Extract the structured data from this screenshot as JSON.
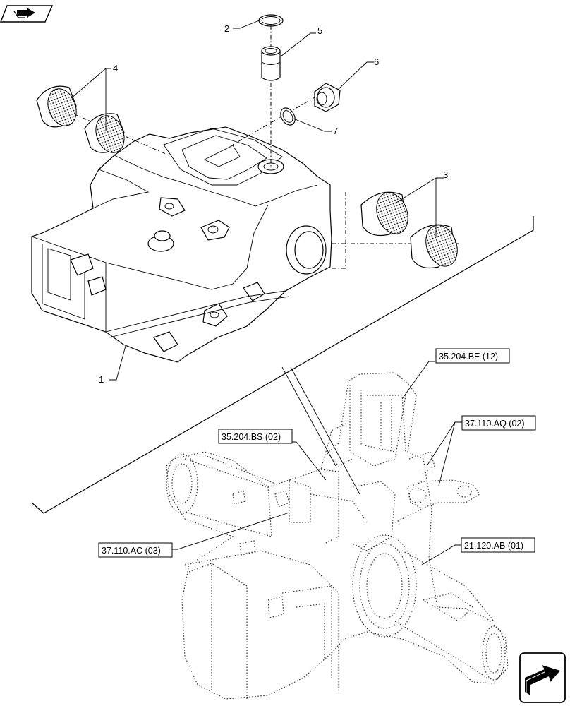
{
  "part_labels": [
    "1",
    "2",
    "3",
    "4",
    "5",
    "6",
    "7"
  ],
  "references": [
    "35.204.BE (12)",
    "37.110.AQ (02)",
    "35.204.BS (02)",
    "37.110.AC (03)",
    "21.120.AB (01)"
  ],
  "icons": {
    "top_left": "book-arrow-icon",
    "bottom_right": "next-page-arrow-icon"
  }
}
